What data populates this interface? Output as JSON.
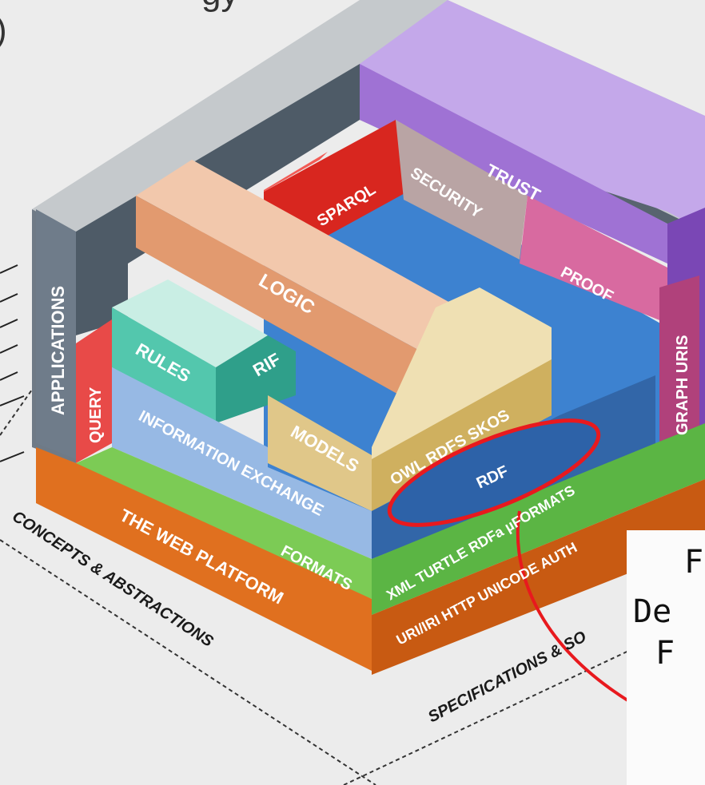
{
  "diagram": {
    "header_fragments": [
      "gy",
      ")"
    ],
    "blocks": {
      "applications": "APPLICATIONS",
      "query": "QUERY",
      "rules": "RULES",
      "rif": "RIF",
      "logic": "LOGIC",
      "sparql": "SPARQL",
      "security": "SECURITY",
      "trust": "TRUST",
      "proof": "PROOF",
      "graph_uris": "GRAPH URIS",
      "models": "MODELS",
      "owl_rdfs_skos": "OWL  RDFS  SKOS",
      "rdf": "RDF",
      "information_exchange": "INFORMATION EXCHANGE",
      "rdfa_line": "XML  TURTLE  RDFa  µFORMATS",
      "uri_line": "URI/IRI  HTTP  UNICODE  AUTH",
      "the_web_platform": "THE WEB PLATFORM",
      "formats": "FORMATS"
    },
    "axes": {
      "left": "CONCEPTS & ABSTRACTIONS",
      "right": "SPECIFICATIONS & SO"
    },
    "callout_lines": [
      "F",
      "De",
      "F"
    ],
    "colors": {
      "background": "#ececec",
      "platform_orange": "#d9661a",
      "green": "#5bb544",
      "blue": "#3f7fcf",
      "purple": "#9b6ad0",
      "highlight_red": "#e8191e"
    }
  }
}
